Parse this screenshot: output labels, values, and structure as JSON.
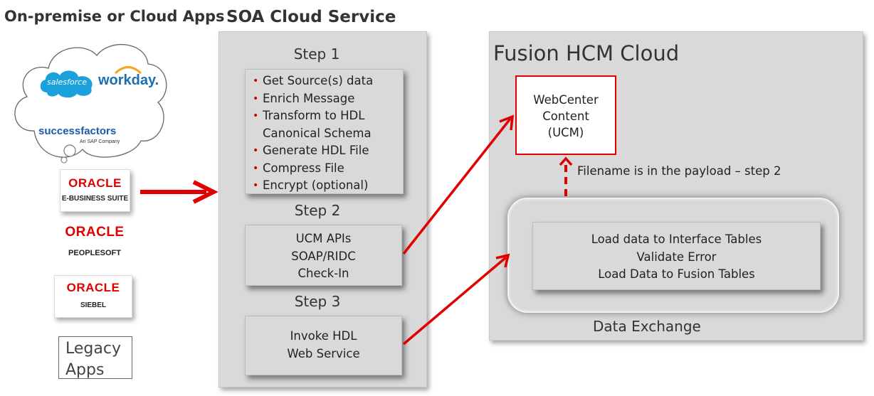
{
  "headings": {
    "left": "On-premise or Cloud Apps",
    "middle": "SOA Cloud Service"
  },
  "sources": {
    "cloud_logos": {
      "salesforce": "salesforce",
      "workday": "workday.",
      "successfactors": "successfactors",
      "successfactors_tagline": "An SAP Company"
    },
    "oracle_logos": [
      {
        "brand": "ORACLE",
        "product": "E-BUSINESS SUITE"
      },
      {
        "brand": "ORACLE",
        "product": "PEOPLESOFT"
      },
      {
        "brand": "ORACLE",
        "product": "SIEBEL"
      }
    ],
    "legacy": {
      "line1": "Legacy",
      "line2": "Apps"
    }
  },
  "soa": {
    "step1": {
      "title": "Step 1",
      "items": [
        {
          "bullet": "•",
          "text": "Get Source(s) data"
        },
        {
          "bullet": "•",
          "text": "Enrich Message"
        },
        {
          "bullet": "•",
          "text": "Transform to HDL"
        },
        {
          "bullet": "",
          "text": "Canonical Schema"
        },
        {
          "bullet": "•",
          "text": "Generate HDL File"
        },
        {
          "bullet": "•",
          "text": "Compress File"
        },
        {
          "bullet": "•",
          "text": "Encrypt (optional)"
        }
      ]
    },
    "step2": {
      "title": "Step 2",
      "lines": [
        "UCM APIs",
        "SOAP/RIDC",
        "Check-In"
      ]
    },
    "step3": {
      "title": "Step 3",
      "lines": [
        "Invoke HDL",
        "Web Service"
      ]
    }
  },
  "fusion": {
    "title": "Fusion HCM Cloud",
    "webcenter": {
      "lines": [
        "WebCenter",
        "Content",
        "(UCM)"
      ]
    },
    "payload_note": "Filename is in the payload – step 2",
    "data_exchange": {
      "label": "Data Exchange",
      "lines": [
        "Load data to Interface Tables",
        "Validate Error",
        "Load Data to Fusion Tables"
      ]
    }
  },
  "colors": {
    "arrow": "#e00000",
    "panel": "#d9d9d9",
    "oracle_red": "#e00000"
  }
}
